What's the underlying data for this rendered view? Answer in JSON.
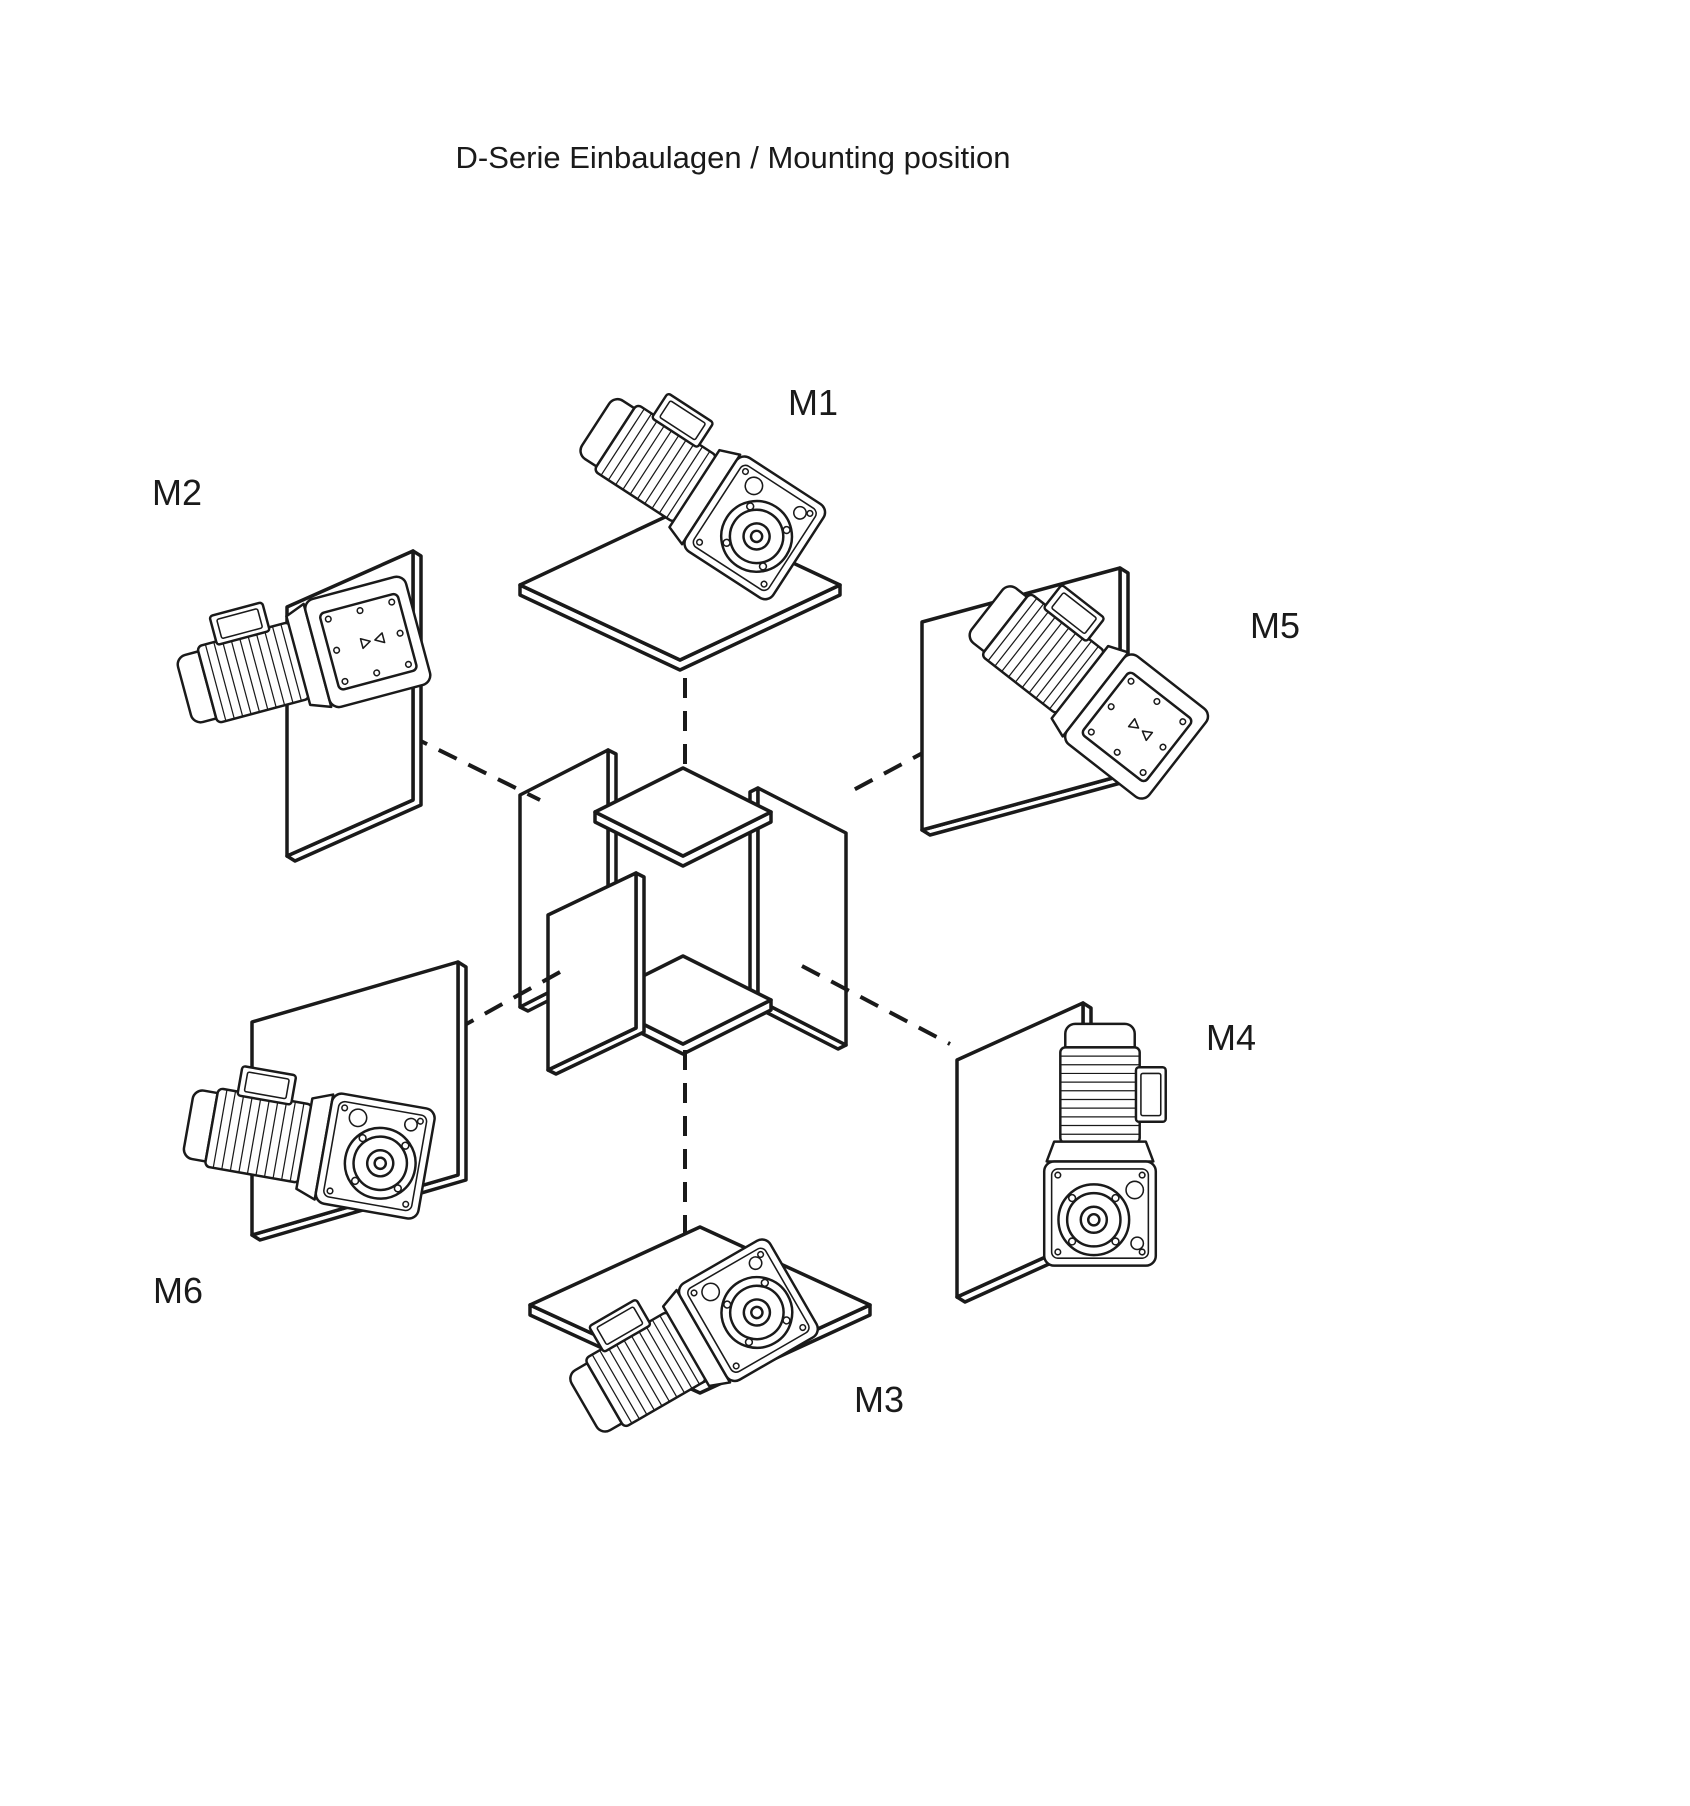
{
  "title": "D-Serie Einbaulagen / Mounting position",
  "positions": [
    {
      "id": "M1",
      "label": "M1"
    },
    {
      "id": "M2",
      "label": "M2"
    },
    {
      "id": "M3",
      "label": "M3"
    },
    {
      "id": "M4",
      "label": "M4"
    },
    {
      "id": "M5",
      "label": "M5"
    },
    {
      "id": "M6",
      "label": "M6"
    }
  ],
  "colors": {
    "line": "#1a1a1a",
    "background": "#ffffff"
  }
}
